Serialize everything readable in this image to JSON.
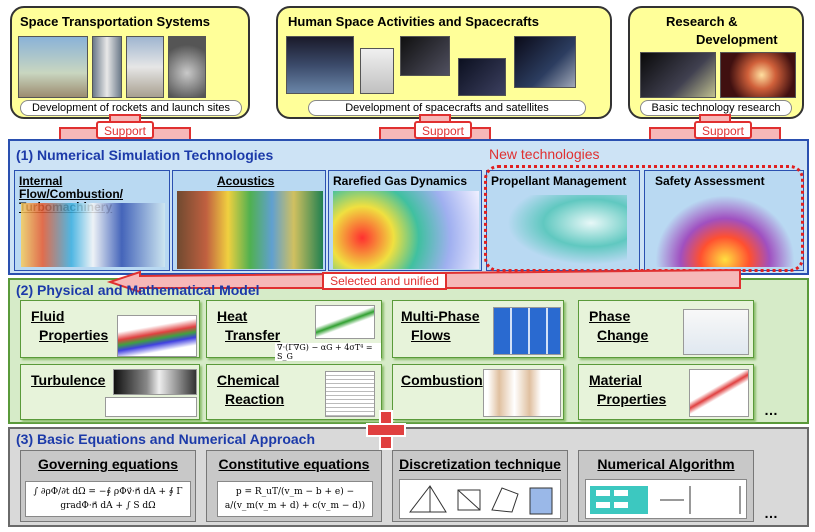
{
  "top": {
    "space_transport": {
      "title": "Space Transportation Systems",
      "caption": "Development of rockets and launch sites"
    },
    "human_space": {
      "title": "Human Space Activities  and Spacecrafts",
      "caption": "Development of spacecrafts and satellites"
    },
    "research": {
      "title_line1": "Research &",
      "title_line2": "Development",
      "caption": "Basic technology research"
    }
  },
  "support_label": "Support",
  "sec1": {
    "title": "(1) Numerical Simulation Technologies",
    "new_tech": "New technologies",
    "items": [
      {
        "label": "Internal Flow/Combustion/ Turbomachinery"
      },
      {
        "label": "Acoustics"
      },
      {
        "label": "Rarefied Gas Dynamics"
      },
      {
        "label": "Propellant Management"
      },
      {
        "label": "Safety Assessment"
      }
    ]
  },
  "selected_label": "Selected and unified",
  "sec2": {
    "title": "(2) Physical and Mathematical Model",
    "models": [
      {
        "line1": "Fluid",
        "line2": "Properties"
      },
      {
        "line1": "Heat",
        "line2": "Transfer"
      },
      {
        "line1": "Multi-Phase",
        "line2": "Flows"
      },
      {
        "line1": "Phase",
        "line2": "Change"
      },
      {
        "line1": "Turbulence",
        "line2": ""
      },
      {
        "line1": "Chemical",
        "line2": "Reaction"
      },
      {
        "line1": "Combustion",
        "line2": ""
      },
      {
        "line1": "Material",
        "line2": "Properties"
      }
    ],
    "heat_eq": "∇·(Γ∇G) − αG + 4σT⁴ = S_G"
  },
  "sec3": {
    "title": "(3) Basic Equations and Numerical Approach",
    "items": [
      {
        "label": "Governing equations",
        "formula": "∫ ∂ρΦ/∂t dΩ = −∮ ρΦv⃗·n⃗ dA + ∮ Γ gradΦ·n⃗ dA + ∫ S dΩ"
      },
      {
        "label": "Constitutive equations",
        "formula": "p = R_uT/(v_m − b + e) − a/(v_m(v_m + d) + c(v_m − d))"
      },
      {
        "label": "Discretization technique",
        "formula": ""
      },
      {
        "label": "Numerical Algorithm",
        "formula": ""
      }
    ]
  },
  "ellipsis": "…",
  "colors": {
    "support_red": "#e03030",
    "sec1_blue": "#2a50b0",
    "sec2_green": "#5a9a3a",
    "title_blue": "#1c3aa9",
    "top_yellow": "#ffff99"
  }
}
